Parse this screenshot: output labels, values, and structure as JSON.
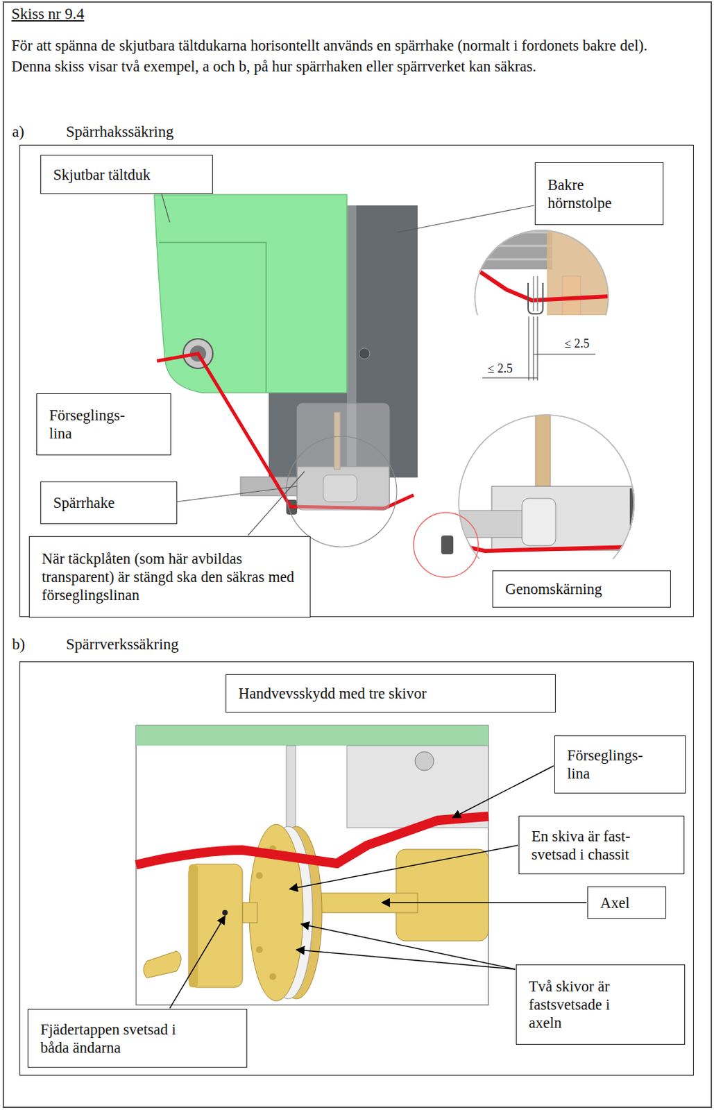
{
  "diagram": {
    "title": "Skiss nr 9.4",
    "nodes": [
      {
        "text": [
          "a)",
          "Spärrhakssäkring"
        ]
      },
      {
        "text": [
          "Skjutbar tältduk"
        ],
        "in": 0
      },
      {
        "text": [
          "Bakre hörnstolpe"
        ],
        "in": 0
      },
      {
        "text": [
          "Förseglings- lina"
        ],
        "in": 0
      },
      {
        "text": [
          "Spärrhake"
        ],
        "in": 0
      },
      {
        "text": [
          "När täckplåten (som här avbildas transparent) är stängd ska den säkras med förseglingslinan"
        ],
        "in": 0
      },
      {
        "text": [
          "Genomskärning"
        ],
        "in": 0
      },
      {
        "text": [
          "b)",
          "Spärrverkssäkring"
        ]
      },
      {
        "text": [
          "Handvevsskydd med tre skivor"
        ],
        "in": 7
      },
      {
        "text": [
          "Förseglings- lina"
        ],
        "in": 7
      },
      {
        "text": [
          "En skiva är fast- svetsad i chassit"
        ],
        "in": 7
      },
      {
        "text": [
          "Axel"
        ],
        "in": 7
      },
      {
        "text": [
          "Två skivor är fastsvetsade i axeln"
        ],
        "in": 7
      },
      {
        "text": [
          "Fjädertappen svetsad i båda ändarna"
        ],
        "in": 7
      }
    ],
    "labels": [
      "För att spänna de skjutbara tältdukarna horisontellt används en spärrhake (normalt i fordonets bakre del). Denna skiss visar två exempel, a och b, på hur spärrhaken eller spärrverket kan säkras.",
      "≤ 2.5",
      "≤ 2.5"
    ]
  }
}
